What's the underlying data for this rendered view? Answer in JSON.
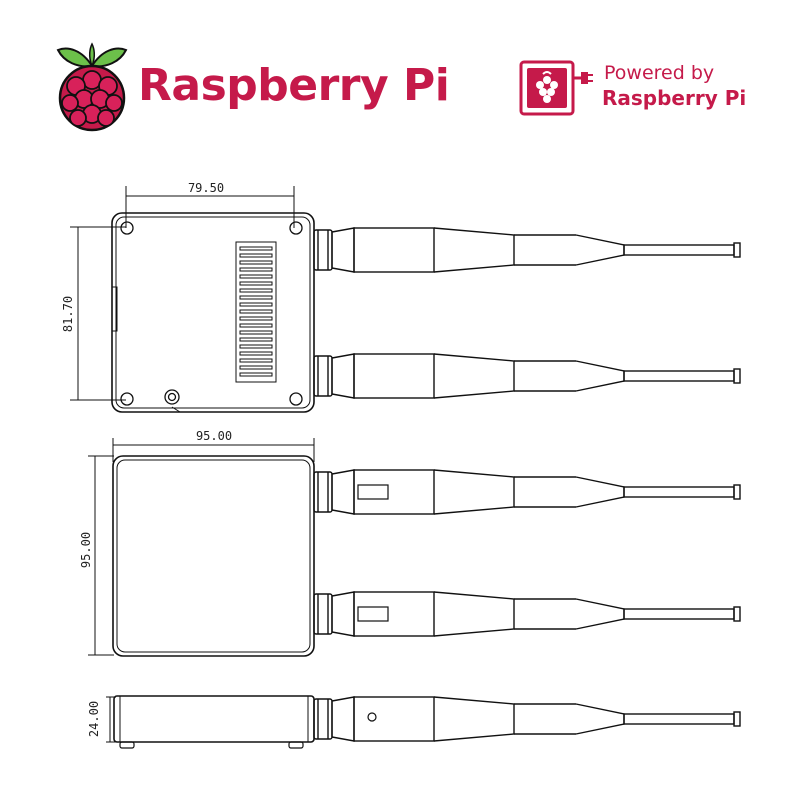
{
  "brand": {
    "name": "Raspberry Pi",
    "logo_icon": "raspberry-logo-icon",
    "accent_color": "#c51a4a",
    "leaf_color": "#6cc04a"
  },
  "badge": {
    "line1": "Powered by",
    "line2": "Raspberry Pi",
    "icon": "raspberry-badge-icon"
  },
  "dimensions": {
    "top_width": "79.50",
    "top_height": "81.70",
    "front_width": "95.00",
    "front_height": "95.00",
    "side_height": "24.00"
  }
}
